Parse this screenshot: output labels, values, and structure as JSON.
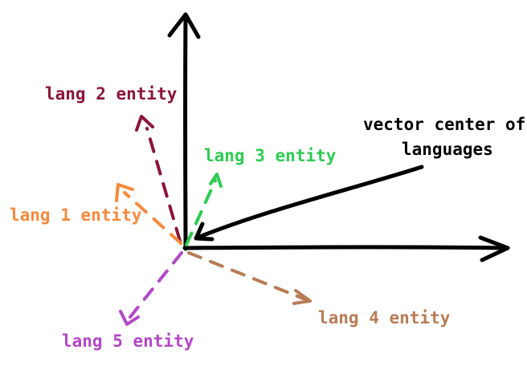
{
  "colors": {
    "axis": "#000000",
    "lang1": "#f58a3c",
    "lang2": "#8b1538",
    "lang3": "#2ecc52",
    "lang4": "#b87c56",
    "lang5": "#b347c8"
  },
  "labels": {
    "lang1": "lang 1 entity",
    "lang2": "lang 2 entity",
    "lang3": "lang 3 entity",
    "lang4": "lang 4 entity",
    "lang5": "lang 5 entity",
    "center_line1": "vector center of",
    "center_line2": "languages"
  }
}
